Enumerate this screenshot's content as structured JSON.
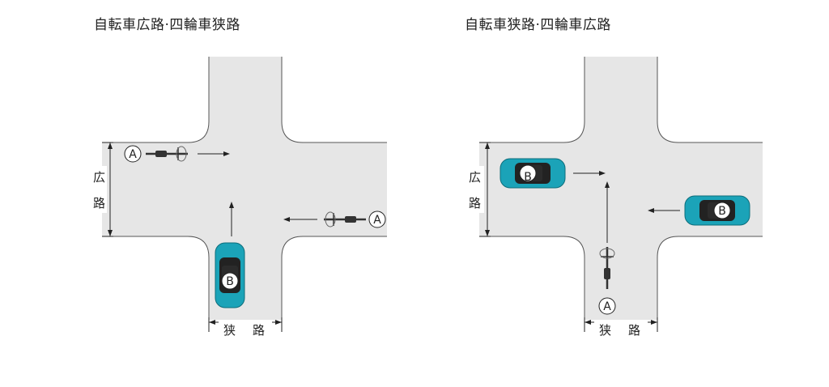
{
  "panels": [
    {
      "title": "自転車広路·四輪車狭路",
      "wide_road_label": [
        "広",
        "路"
      ],
      "narrow_road_label": [
        "狭",
        "路"
      ],
      "vehicle_a_label": "A",
      "vehicle_b_label": "B"
    },
    {
      "title": "自転車狭路·四輪車広路",
      "wide_road_label": [
        "広",
        "路"
      ],
      "narrow_road_label": [
        "狭",
        "路"
      ],
      "vehicle_a_label": "A",
      "vehicle_b_label": "B"
    }
  ],
  "colors": {
    "road": "#e6e6e6",
    "road_edge": "#555555",
    "car_body": "#1ba3b8",
    "car_roof": "#222222",
    "bicycle": "#333333",
    "arrow": "#222222"
  }
}
